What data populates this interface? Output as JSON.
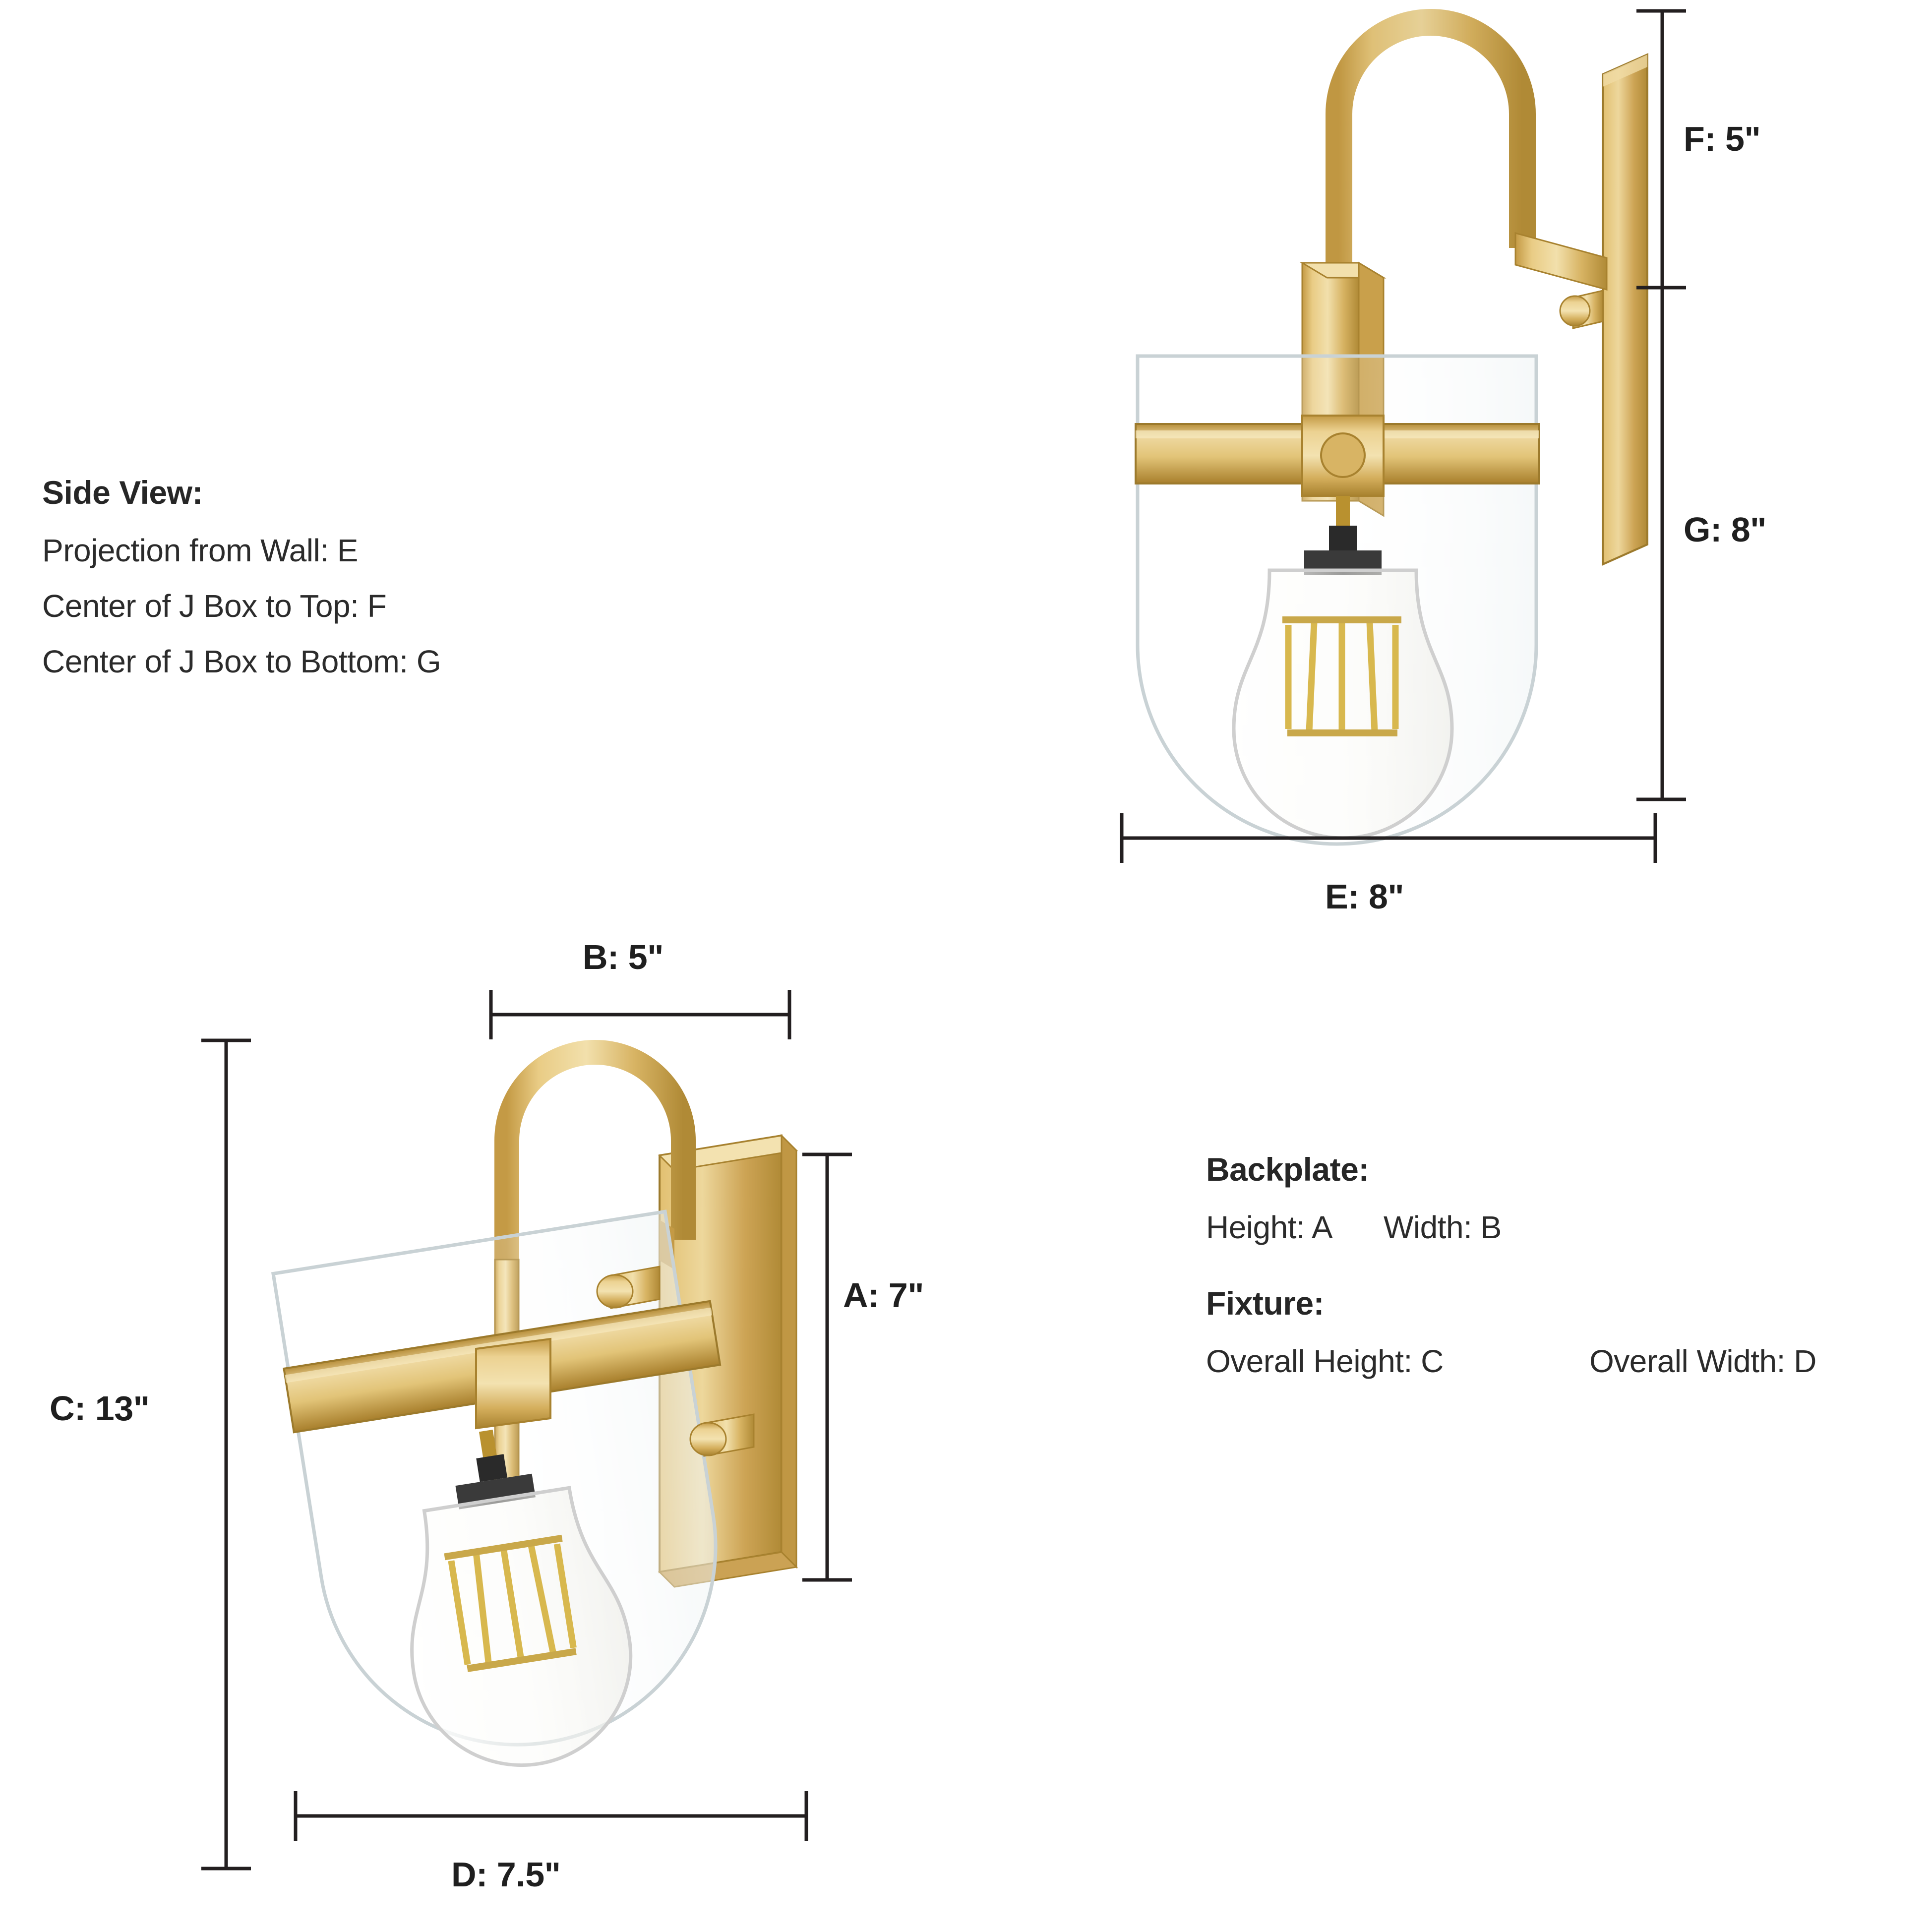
{
  "diagram": {
    "title_side_view": "Side View:",
    "side_view_lines": [
      "Projection from Wall: E",
      "Center of J Box to Top: F",
      "Center of J Box to Bottom: G"
    ],
    "backplate_heading": "Backplate:",
    "backplate_height": "Height: A",
    "backplate_width": "Width: B",
    "fixture_heading": "Fixture:",
    "fixture_overall_height": "Overall Height: C",
    "fixture_overall_width": "Overall Width: D",
    "dimensions": {
      "A": "A: 7\"",
      "B": "B: 5\"",
      "C": "C: 13\"",
      "D": "D: 7.5\"",
      "E": "E: 8\"",
      "F": "F: 5\"",
      "G": "G: 8\""
    }
  },
  "colors": {
    "brass_light": "#e8c97a",
    "brass_mid": "#d4ad5c",
    "brass_dark": "#b8913f",
    "brass_deep": "#a07c32",
    "glass_stroke": "#cfd6d8",
    "line": "#231f20",
    "text": "#2b2b2b",
    "filament": "#d8b84e"
  }
}
